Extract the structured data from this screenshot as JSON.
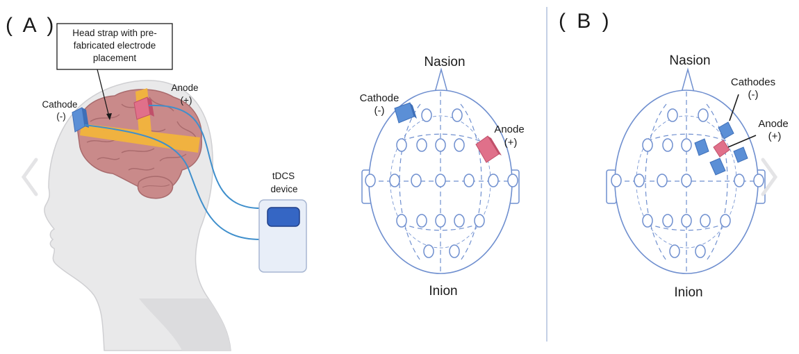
{
  "panels": {
    "a": {
      "label": "( A )"
    },
    "b": {
      "label": "( B )"
    }
  },
  "head_illustration": {
    "callout": [
      "Head strap with pre-",
      "fabricated electrode",
      "placement"
    ],
    "cathode": [
      "Cathode",
      "(-)"
    ],
    "anode": [
      "Anode",
      "(+)"
    ],
    "device": [
      "tDCS",
      "device"
    ]
  },
  "montage_a": {
    "nasion": "Nasion",
    "inion": "Inion",
    "cathode": [
      "Cathode",
      "(-)"
    ],
    "anode": [
      "Anode",
      "(+)"
    ]
  },
  "montage_b": {
    "nasion": "Nasion",
    "inion": "Inion",
    "cathodes": [
      "Cathodes",
      "(-)"
    ],
    "anode": [
      "Anode",
      "(+)"
    ]
  },
  "colors": {
    "cathode": "#5b8fd6",
    "anode": "#e0708a",
    "strap": "#f2b43c",
    "brain": "#c98a8a",
    "wire": "#3f8fcc",
    "device_screen": "#3566c4",
    "head_outline": "#6f8fcf",
    "divider": "#b0c0dd"
  },
  "icons": {
    "left_nav": "chevron-left-icon",
    "right_nav": "chevron-right-icon"
  }
}
